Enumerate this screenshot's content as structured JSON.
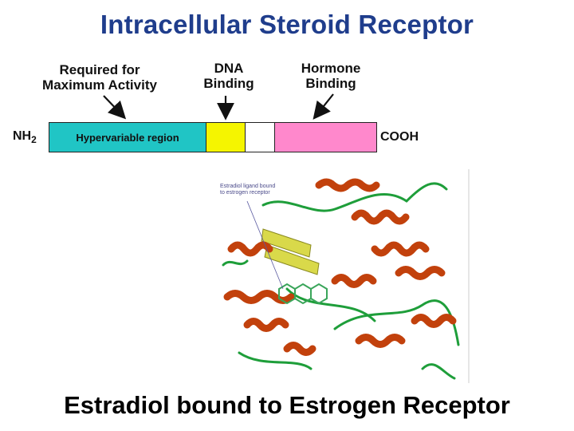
{
  "title": "Intracellular Steroid Receptor",
  "callouts": {
    "max_activity_line1": "Required for",
    "max_activity_line2": "Maximum Activity",
    "dna_line1": "DNA",
    "dna_line2": "Binding",
    "hormone_line1": "Hormone",
    "hormone_line2": "Binding"
  },
  "domain_bar": {
    "n_terminus": "NH",
    "n_terminus_sub": "2",
    "c_terminus": "COOH",
    "segments": [
      {
        "label": "Hypervariable region",
        "color": "#20c5c5"
      },
      {
        "label": "",
        "color": "#f5f500"
      },
      {
        "label": "",
        "color": "#ffffff"
      },
      {
        "label": "",
        "color": "#ff88cc"
      }
    ]
  },
  "structure": {
    "ligand_label_line1": "Estradiol ligand bound",
    "ligand_label_line2": "to estrogen receptor",
    "helix_color": "#c2410c",
    "sheet_color": "#d9d94a",
    "loop_color": "#1e9e3a",
    "ligand_color": "#3aa55a"
  },
  "caption": "Estradiol bound to Estrogen Receptor"
}
